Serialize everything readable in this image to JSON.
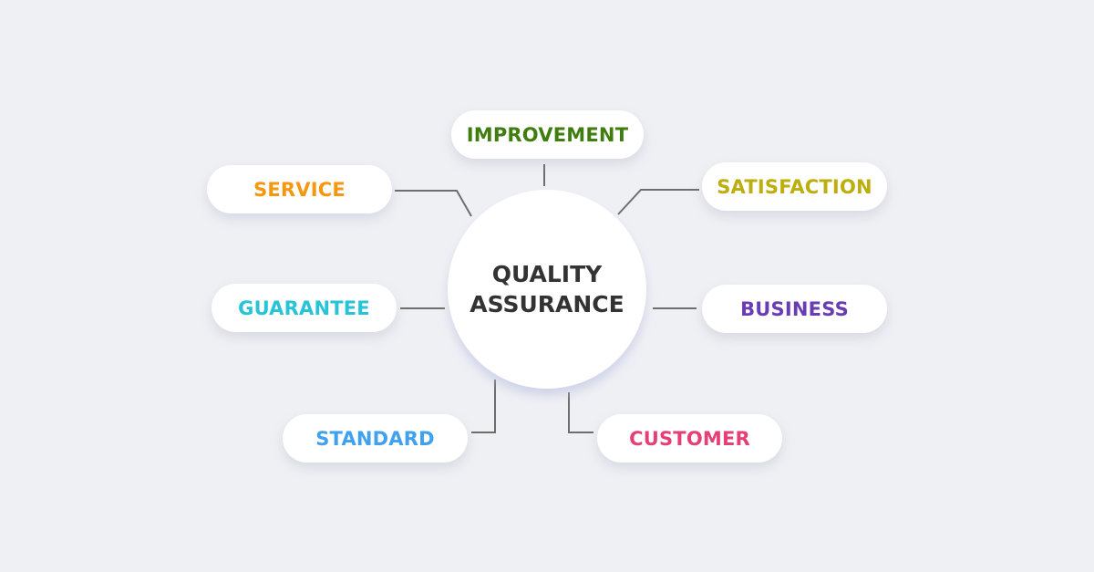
{
  "hub": {
    "line1": "QUALITY",
    "line2": "ASSURANCE",
    "color": "#333333"
  },
  "nodes": {
    "improvement": {
      "label": "IMPROVEMENT",
      "color": "#3f7d0e"
    },
    "service": {
      "label": "SERVICE",
      "color": "#f7960f"
    },
    "satisfaction": {
      "label": "SATISFACTION",
      "color": "#bcae0c"
    },
    "guarantee": {
      "label": "GUARANTEE",
      "color": "#27c3d6"
    },
    "business": {
      "label": "BUSINESS",
      "color": "#6a3cb4"
    },
    "standard": {
      "label": "STANDARD",
      "color": "#3fa1ef"
    },
    "customer": {
      "label": "CUSTOMER",
      "color": "#e63f77"
    }
  },
  "connector_color": "#6e6e6e",
  "background": "#eff0f4"
}
